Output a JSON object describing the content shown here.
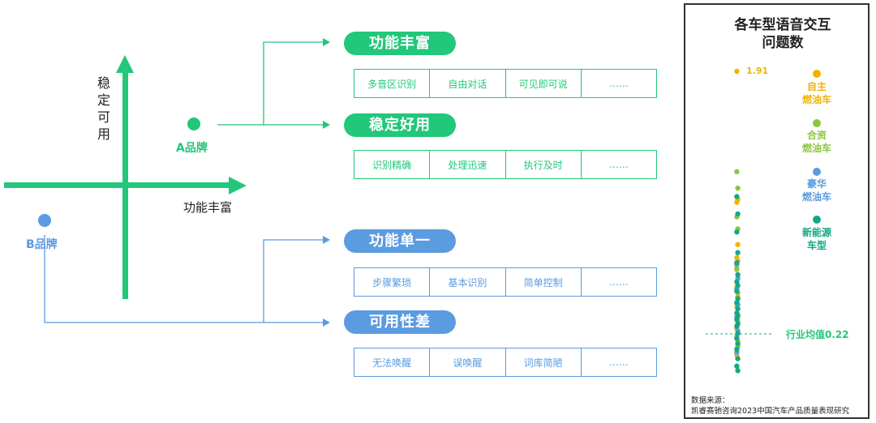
{
  "quadrant": {
    "y_axis_label": "稳定可用",
    "x_axis_label": "功能丰富",
    "brand_a": "A品牌",
    "brand_b": "B品牌"
  },
  "categories": [
    {
      "title": "功能丰富",
      "color": "#22c77a",
      "items": [
        "多音区识别",
        "自由对话",
        "可见即可说",
        "……"
      ]
    },
    {
      "title": "稳定好用",
      "color": "#22c77a",
      "items": [
        "识别精确",
        "处理迅速",
        "执行及时",
        "……"
      ]
    },
    {
      "title": "功能单一",
      "color": "#5b9be0",
      "items": [
        "步骤繁琐",
        "基本识别",
        "简单控制",
        "……"
      ]
    },
    {
      "title": "可用性差",
      "color": "#5b9be0",
      "items": [
        "无法唤醒",
        "误唤醒",
        "词库简陋",
        "……"
      ]
    }
  ],
  "panel": {
    "title_line1": "各车型语音交互",
    "title_line2": "问题数",
    "max_label": "1.91",
    "avg_label": "行业均值0.22",
    "legend": [
      {
        "line1": "自主",
        "line2": "燃油车",
        "color": "#f0b400"
      },
      {
        "line1": "合资",
        "line2": "燃油车",
        "color": "#8cc63f"
      },
      {
        "line1": "豪华",
        "line2": "燃油车",
        "color": "#5b9be0"
      },
      {
        "line1": "新能源",
        "line2": "车型",
        "color": "#13a884"
      }
    ],
    "source_line1": "数据来源：",
    "source_line2": "凯睿赛驰咨询2023中国汽车产品质量表现研究"
  },
  "chart_data": {
    "type": "scatter",
    "title": "各车型语音交互问题数",
    "y_max_label": 1.91,
    "reference_line": {
      "label": "行业均值",
      "value": 0.22
    },
    "series": [
      {
        "name": "自主燃油车",
        "values": [
          1.91,
          0.9,
          0.88,
          0.6,
          0.52,
          0.5,
          0.46,
          0.4,
          0.35,
          0.3,
          0.25,
          0.2,
          0.15,
          0.1,
          0.05
        ]
      },
      {
        "name": "合资燃油车",
        "values": [
          1.1,
          0.98,
          0.78,
          0.7,
          0.45,
          0.32,
          0.27,
          0.18,
          0.12,
          0.08
        ]
      },
      {
        "name": "豪华燃油车",
        "values": [
          0.48,
          0.4,
          0.34,
          0.26,
          0.2,
          0.14,
          0.06
        ]
      },
      {
        "name": "新能源车型",
        "values": [
          0.92,
          0.8,
          0.68,
          0.55,
          0.49,
          0.42,
          0.38,
          0.36,
          0.33,
          0.29,
          0.27,
          0.24,
          0.22,
          0.21,
          0.19,
          0.17,
          0.16,
          0.13,
          0.11,
          0.09,
          0.07,
          0.04,
          0.02,
          0.01
        ]
      }
    ]
  }
}
